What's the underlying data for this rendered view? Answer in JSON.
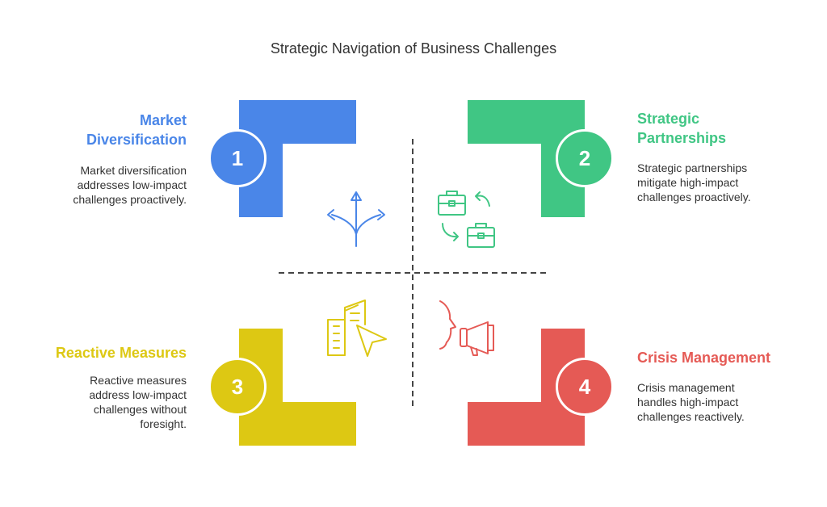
{
  "title": "Strategic Navigation of Business Challenges",
  "colors": {
    "blue": "#4A86E8",
    "green": "#40C684",
    "yellow": "#DDC813",
    "red": "#E55A55",
    "axis": "#444444"
  },
  "quadrants": [
    {
      "number": "1",
      "heading_lines": [
        "Market",
        "Diversification"
      ],
      "description_lines": [
        "Market diversification",
        "addresses low-impact",
        "challenges proactively."
      ],
      "icon": "branching-arrows-icon"
    },
    {
      "number": "2",
      "heading_lines": [
        "Strategic",
        "Partnerships"
      ],
      "description_lines": [
        "Strategic partnerships",
        "mitigate high-impact",
        "challenges proactively."
      ],
      "icon": "exchange-briefcases-icon"
    },
    {
      "number": "3",
      "heading_lines": [
        "Reactive Measures"
      ],
      "description_lines": [
        "Reactive measures",
        "address low-impact",
        "challenges without",
        "foresight."
      ],
      "icon": "buildings-cursor-icon"
    },
    {
      "number": "4",
      "heading_lines": [
        "Crisis Management"
      ],
      "description_lines": [
        "Crisis management",
        "handles high-impact",
        "challenges reactively."
      ],
      "icon": "speaker-megaphone-icon"
    }
  ]
}
